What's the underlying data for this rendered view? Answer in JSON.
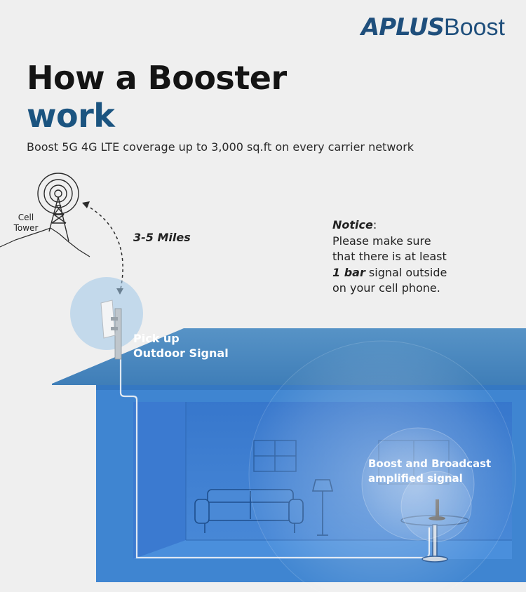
{
  "brand": {
    "part1": "APLUS",
    "part2": "Boost"
  },
  "headline": {
    "line1": "How a Booster",
    "line2": "work"
  },
  "subtitle": "Boost 5G 4G LTE coverage up to 3,000 sq.ft on every carrier network",
  "tower": {
    "label_line1": "Cell",
    "label_line2": "Tower"
  },
  "distance": "3-5 Miles",
  "notice": {
    "heading": "Notice",
    "colon": ":",
    "line1": "Please make sure",
    "line2": "that there is at least",
    "bar": "1 bar",
    "line3_rest": " signal outside",
    "line4": "on your cell phone."
  },
  "labels": {
    "pickup_line1": "Pick up",
    "pickup_line2": "Outdoor Signal",
    "broadcast_line1": "Boost and Broadcast",
    "broadcast_line2": "amplified signal"
  },
  "colors": {
    "background": "#efefef",
    "brand_blue": "#1f4f7c",
    "headline_blue": "#1b5480",
    "roof": "#4a86bd",
    "house_wall": "#3e84cf",
    "room": "#3f7fd0"
  },
  "icons": [
    "cell-tower-icon",
    "outdoor-antenna-icon",
    "indoor-antenna-icon",
    "sofa-icon",
    "floor-lamp-icon",
    "window-icon",
    "side-table-icon"
  ]
}
